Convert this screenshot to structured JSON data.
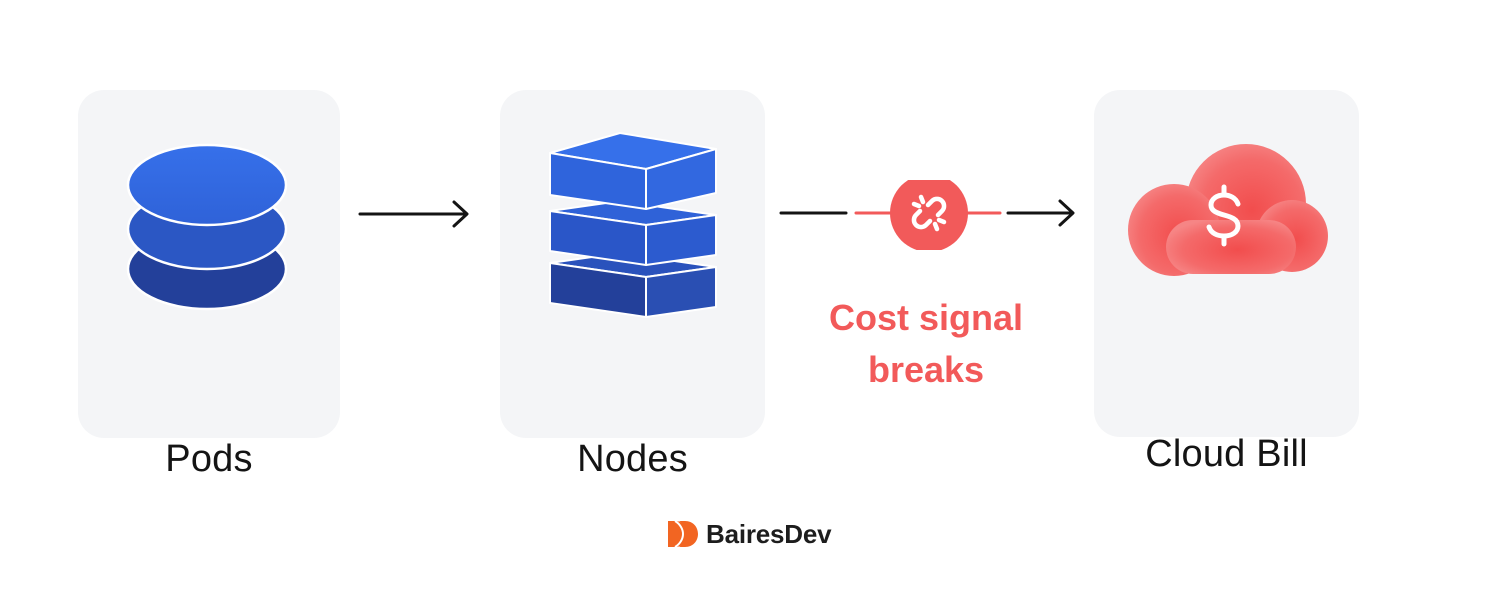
{
  "diagram": {
    "nodes": [
      {
        "id": "pods",
        "label": "Pods",
        "icon": "stacked-discs-icon",
        "color": "#3366dd"
      },
      {
        "id": "nodes",
        "label": "Nodes",
        "icon": "stacked-boxes-icon",
        "color": "#3366dd"
      },
      {
        "id": "cloud_bill",
        "label": "Cloud Bill",
        "icon": "cloud-dollar-icon",
        "color": "#f26b6b"
      }
    ],
    "edges": [
      {
        "from": "pods",
        "to": "nodes",
        "style": "solid-arrow"
      },
      {
        "from": "nodes",
        "to": "cloud_bill",
        "style": "broken-link-arrow"
      }
    ],
    "break_label_line1": "Cost signal",
    "break_label_line2": "breaks",
    "break_icon": "broken-link-icon",
    "accent_color": "#f25a5a"
  },
  "brand": {
    "name": "BairesDev",
    "logo_icon": "bairesdev-logo-icon",
    "logo_color": "#f26522"
  }
}
